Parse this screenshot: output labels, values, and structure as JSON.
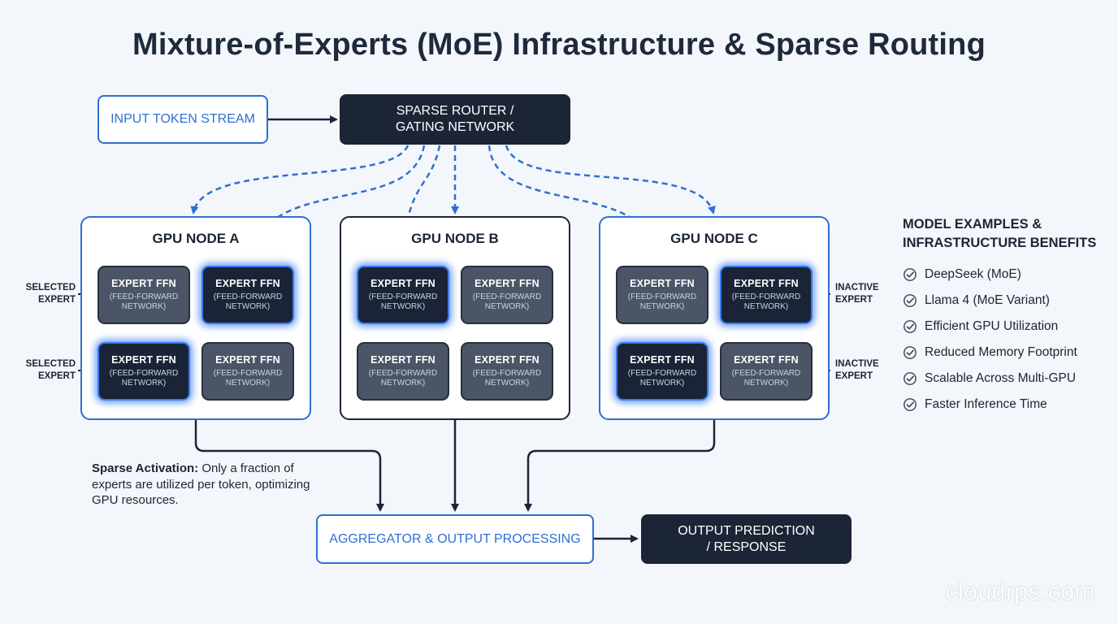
{
  "title": "Mixture-of-Experts (MoE) Infrastructure & Sparse Routing",
  "input_box": "INPUT TOKEN STREAM",
  "router_box": "SPARSE ROUTER /\nGATING NETWORK",
  "nodes": [
    {
      "title": "GPU NODE A"
    },
    {
      "title": "GPU NODE B"
    },
    {
      "title": "GPU NODE C"
    }
  ],
  "expert": {
    "title": "EXPERT FFN",
    "sub": "(FEED-FORWARD\nNETWORK)"
  },
  "side_labels": {
    "selected": "SELECTED\nEXPERT",
    "inactive": "INACTIVE\nEXPERT"
  },
  "note": {
    "bold": "Sparse Activation:",
    "text": " Only a fraction of experts are utilized per token, optimizing GPU resources."
  },
  "aggregator_box": "AGGREGATOR & OUTPUT PROCESSING",
  "output_box": "OUTPUT PREDICTION\n/ RESPONSE",
  "panel": {
    "title": "MODEL EXAMPLES &\nINFRASTRUCTURE BENEFITS",
    "items": [
      "DeepSeek (MoE)",
      "Llama 4 (MoE Variant)",
      "Efficient GPU Utilization",
      "Reduced Memory Footprint",
      "Scalable Across Multi-GPU",
      "Faster Inference Time"
    ]
  },
  "watermark": "cloudrps.com",
  "colors": {
    "accent": "#2f6fd0",
    "dark": "#1c2536",
    "glow": "#3a7bf0",
    "background": "#f3f6fa"
  }
}
